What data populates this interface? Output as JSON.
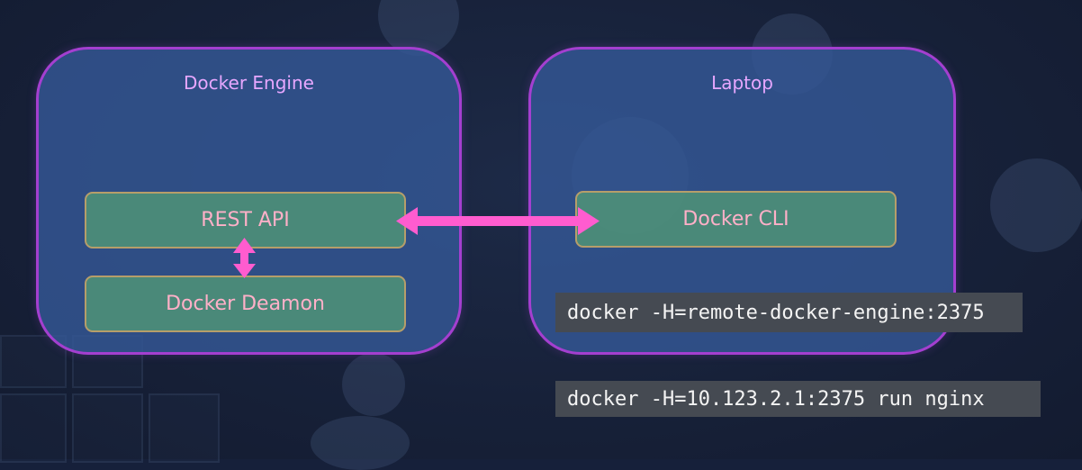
{
  "panels": {
    "left_title": "Docker Engine",
    "right_title": "Laptop"
  },
  "components": {
    "rest_api": "REST API",
    "docker_daemon": "Docker Deamon",
    "docker_cli": "Docker CLI"
  },
  "commands": {
    "remote_engine": "docker -H=remote-docker-engine:2375",
    "ip_run": "docker -H=10.123.2.1:2375 run nginx"
  },
  "colors": {
    "panel_border": "#a43fd0",
    "arrow": "#ff5ccf",
    "title_text": "#e7a7ff"
  },
  "icons": [
    "double-arrow-horizontal",
    "double-arrow-vertical"
  ]
}
